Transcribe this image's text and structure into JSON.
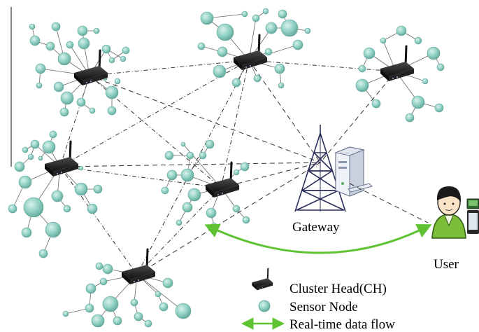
{
  "labels": {
    "gateway": "Gateway",
    "user": "User"
  },
  "legend": {
    "cluster_head": "Cluster Head(CH)",
    "sensor_node": "Sensor Node",
    "data_flow": "Real-time data flow"
  },
  "colors": {
    "sensor_fill": "#8fd0c3",
    "sensor_stroke": "#5fa597",
    "flow_arrow": "#5ec232",
    "device_body": "#1b1b1b",
    "tower": "#2a2f5c"
  },
  "icons": {
    "cluster_head": "wireless-router-icon",
    "sensor": "sensor-node-icon",
    "gateway_tower": "radio-tower-icon",
    "server": "server-computer-icon",
    "user": "user-avatar-icon"
  }
}
